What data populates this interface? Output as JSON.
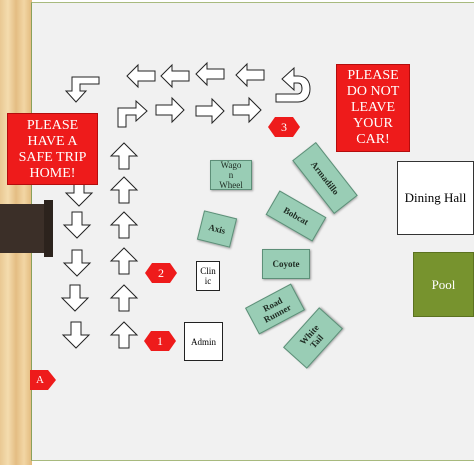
{
  "signs": {
    "safe_trip": [
      "PLEASE",
      "HAVE A",
      "SAFE TRIP",
      "HOME!"
    ],
    "do_not_leave": [
      "PLEASE",
      "DO NOT",
      "LEAVE",
      "YOUR",
      "CAR!"
    ]
  },
  "badges": {
    "one": "1",
    "two": "2",
    "three": "3"
  },
  "marker": "A",
  "cabins": {
    "wagon_wheel": [
      "Wago",
      "n",
      "Wheel"
    ],
    "armadillo": "Armadillo",
    "bobcat": "Bobcat",
    "axis": "Axis",
    "coyote": "Coyote",
    "road_runner": [
      "Road",
      "Runner"
    ],
    "white_tail": [
      "White",
      "Tail"
    ]
  },
  "buildings": {
    "clinic": [
      "Clin",
      "ic"
    ],
    "admin": "Admin",
    "dining_hall": "Dining Hall",
    "pool": "Pool"
  },
  "colors": {
    "sign_red": "#ee1b1b",
    "cabin_green": "#99cdb5",
    "pool_green": "#77932e"
  }
}
